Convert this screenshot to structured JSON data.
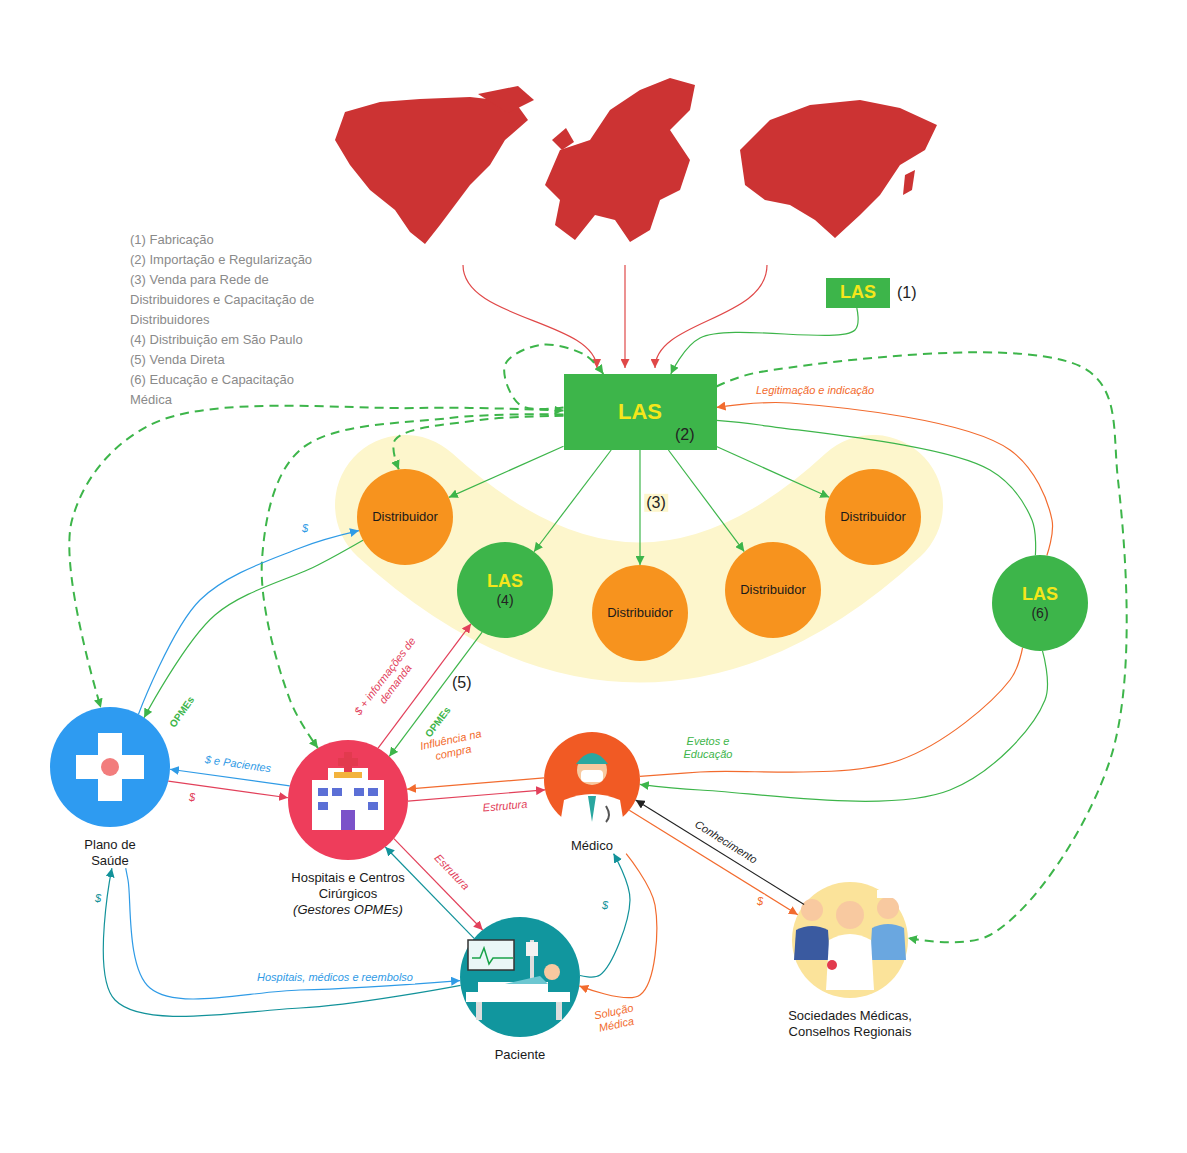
{
  "diagram": {
    "nodes": [
      {
        "text": [
          "LAS",
          "(1)"
        ]
      },
      {
        "text": [
          "LAS",
          "(2)"
        ]
      },
      {
        "text": [
          "Distribuidor"
        ]
      },
      {
        "text": [
          "LAS",
          "(4)"
        ]
      },
      {
        "text": [
          "Distribuidor"
        ]
      },
      {
        "text": [
          "Distribuidor"
        ]
      },
      {
        "text": [
          "Distribuidor"
        ]
      },
      {
        "text": [
          "LAS",
          "(6)"
        ]
      },
      {
        "text": [
          "Plano de Saúde"
        ]
      },
      {
        "text": [
          "Hospitais e Centros Cirúrgicos",
          "(Gestores OPMEs)"
        ]
      },
      {
        "text": [
          "Médico"
        ]
      },
      {
        "text": [
          "Paciente"
        ]
      },
      {
        "text": [
          "Sociedades Médicas, Conselhos Regionais"
        ]
      }
    ],
    "edges": [
      {
        "from": 0,
        "to": 1,
        "arrow": "to"
      },
      {
        "from": 1,
        "to": 2,
        "arrow": "to"
      },
      {
        "from": 1,
        "to": 3,
        "arrow": "to"
      },
      {
        "from": 1,
        "to": 4,
        "label": "(3)",
        "arrow": "to"
      },
      {
        "from": 1,
        "to": 5,
        "arrow": "to"
      },
      {
        "from": 1,
        "to": 6,
        "arrow": "to"
      },
      {
        "from": 1,
        "to": 8,
        "arrow": "both"
      },
      {
        "from": 1,
        "to": 9,
        "arrow": "to"
      },
      {
        "from": 1,
        "to": 2,
        "arrow": "to"
      },
      {
        "from": 1,
        "to": 1,
        "arrow": "to"
      },
      {
        "from": 1,
        "to": 12,
        "arrow": "to"
      },
      {
        "from": 1,
        "to": 7,
        "arrow": "none"
      },
      {
        "from": 7,
        "to": 1,
        "label": "Legitimação e indicação",
        "arrow": "to"
      },
      {
        "from": 7,
        "to": 10,
        "label": "Evetos e Educação",
        "arrow": "to"
      },
      {
        "from": 10,
        "to": 7,
        "arrow": "none"
      },
      {
        "from": 8,
        "to": 2,
        "label": "$",
        "arrow": "to"
      },
      {
        "from": 2,
        "to": 8,
        "label": "OPMEs",
        "arrow": "to"
      },
      {
        "from": 9,
        "to": 3,
        "label": "$ + informações de demanda",
        "arrow": "to"
      },
      {
        "from": 3,
        "to": 9,
        "label": "OPMEs",
        "arrow": "to"
      },
      {
        "from": 9,
        "to": 8,
        "label": "$ e Pacientes",
        "arrow": "to"
      },
      {
        "from": 8,
        "to": 9,
        "label": "$",
        "arrow": "to"
      },
      {
        "from": 10,
        "to": 9,
        "label": "Influência na compra",
        "arrow": "to"
      },
      {
        "from": 9,
        "to": 10,
        "label": "Estrutura",
        "arrow": "to"
      },
      {
        "from": 9,
        "to": 11,
        "label": "Estrutura",
        "arrow": "to"
      },
      {
        "from": 11,
        "to": 9,
        "arrow": "to"
      },
      {
        "from": 11,
        "to": 10,
        "label": "$",
        "arrow": "to"
      },
      {
        "from": 10,
        "to": 11,
        "label": "Solução Médica",
        "arrow": "to"
      },
      {
        "from": 11,
        "to": 8,
        "label": "$",
        "arrow": "to"
      },
      {
        "from": 8,
        "to": 11,
        "label": "Hospitais, médicos e reembolso",
        "arrow": "to"
      },
      {
        "from": 12,
        "to": 10,
        "label": "Conhecimento",
        "arrow": "to"
      },
      {
        "from": 10,
        "to": 12,
        "label": "$",
        "arrow": "to"
      }
    ],
    "labels": [
      "(1) Fabricação",
      "(2) Importação e Regularização",
      "(3) Venda para Rede de Distribuidores e Capacitação de Distribuidores",
      "(4) Distribuição em São Paulo",
      "(5) Venda Direta",
      "(6) Educação e Capacitação Médica",
      "(5)"
    ]
  }
}
